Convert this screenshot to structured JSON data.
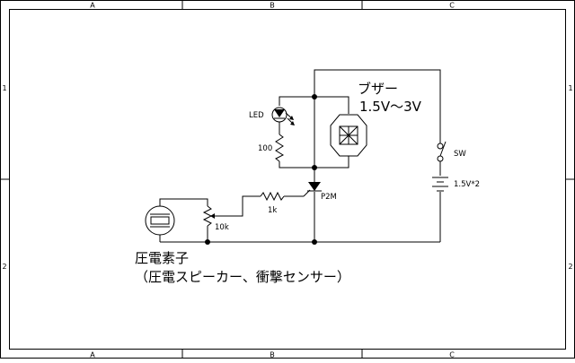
{
  "frame": {
    "columns": [
      "A",
      "B",
      "C"
    ],
    "rows": [
      "1",
      "2"
    ]
  },
  "labels": {
    "buzzer_title": "ブザー",
    "buzzer_voltage": "1.5V〜3V",
    "led": "LED",
    "r100": "100",
    "scr": "P2M",
    "r1k": "1k",
    "pot": "10k",
    "switch": "SW",
    "battery": "1.5V*2",
    "piezo_title": "圧電素子",
    "piezo_note": "（圧電スピーカー、衝撃センサー）"
  }
}
